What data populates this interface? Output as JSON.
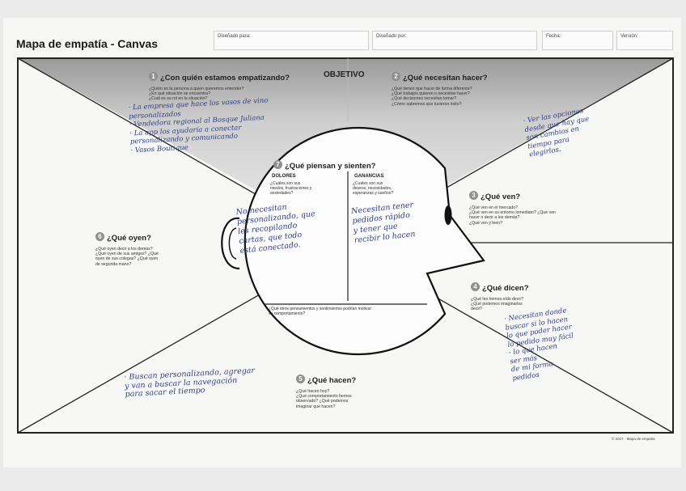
{
  "header": {
    "title": "Mapa de empatía - Canvas",
    "fields": [
      {
        "label": "Diseñado para:"
      },
      {
        "label": "Diseñado por:"
      },
      {
        "label": "Fecha:"
      },
      {
        "label": "Versión:"
      }
    ]
  },
  "objective": "OBJETIVO",
  "sections": {
    "who": {
      "num": "1",
      "title": "¿Con quién estamos empatizando?",
      "questions": "¿Quién es la persona a quien queremos entender?\n¿En qué situación se encuentra?\n¿Cuál es su rol en la situación?"
    },
    "do": {
      "num": "2",
      "title": "¿Qué necesitan hacer?",
      "questions": "¿Qué tienen que hacer de forma diferente?\n¿Qué trabajos quieren o necesitan hacer?\n¿Qué decisiones necesitan tomar?\n¿Cómo sabremos que tuvieron éxito?"
    },
    "see": {
      "num": "3",
      "title": "¿Qué ven?",
      "questions": "¿Qué ven en el mercado?\n¿Qué ven en su entorno inmediato? ¿Qué ven\nhacer o decir a los demás?\n¿Qué ven y leen?"
    },
    "say": {
      "num": "4",
      "title": "¿Qué dicen?",
      "questions": "¿Qué les hemos oído decir?\n¿Qué podemos imaginarlos\ndecir?"
    },
    "doing": {
      "num": "5",
      "title": "¿Qué hacen?",
      "questions": "¿Qué hacen hoy?\n¿Qué comportamiento hemos\nobservado? ¿Qué podemos\nimaginar que hacen?"
    },
    "hear": {
      "num": "6",
      "title": "¿Qué oyen?",
      "questions": "¿Qué oyen decir a los demás?\n¿Qué oyen de sus amigos? ¿Qué\noyen de sus colegas? ¿Qué oyen\nde segunda mano?"
    },
    "think": {
      "num": "7",
      "title": "¿Qué piensan y sienten?",
      "pains_title": "DOLORES",
      "pains_q": "¿Cuáles son sus\nmiedos, frustraciones y\nansiedades?",
      "gains_title": "GANANCIAS",
      "gains_q": "¿Cuáles son sus\ndeseos, necesidades,\nesperanzas y sueños?",
      "bottom_q": "¿Qué otros pensamientos y sentimientos podrían motivar\nsu comportamiento?"
    }
  },
  "handwritten": {
    "who": "· La empresa que hace los vasos de vino\n  personalizados\n· Vendedora regional al Bosque Juliana\n· La app los ayudaría a conectar\n  personalizando y comunicando\n  · Vasos Boutique",
    "do": "· Ver las opciones\n  desde que hay que\n  son cambios en\n  tiempo para\n  elegirlos.",
    "think_pains": "No necesitan\npersonalizando, que\nles recopilando\ncartas, que todo\nestá conectado.",
    "think_gains": "Necesitan tener\npedidos rápido\ny tener que\nrecibir lo hacen",
    "say": "· Necesitan donde\n  buscar si lo hacen\n  lo que poder hacer\n  lo pedido muy fácil\n· lo que hacen\n  ser más\n  de mi forma\n  pedidos",
    "doing": "· Buscan personalizando, agregar\n  y van a buscar la navegación\n  para sacar el tiempo"
  },
  "footer": "© 2017 · Mapa de empatía"
}
